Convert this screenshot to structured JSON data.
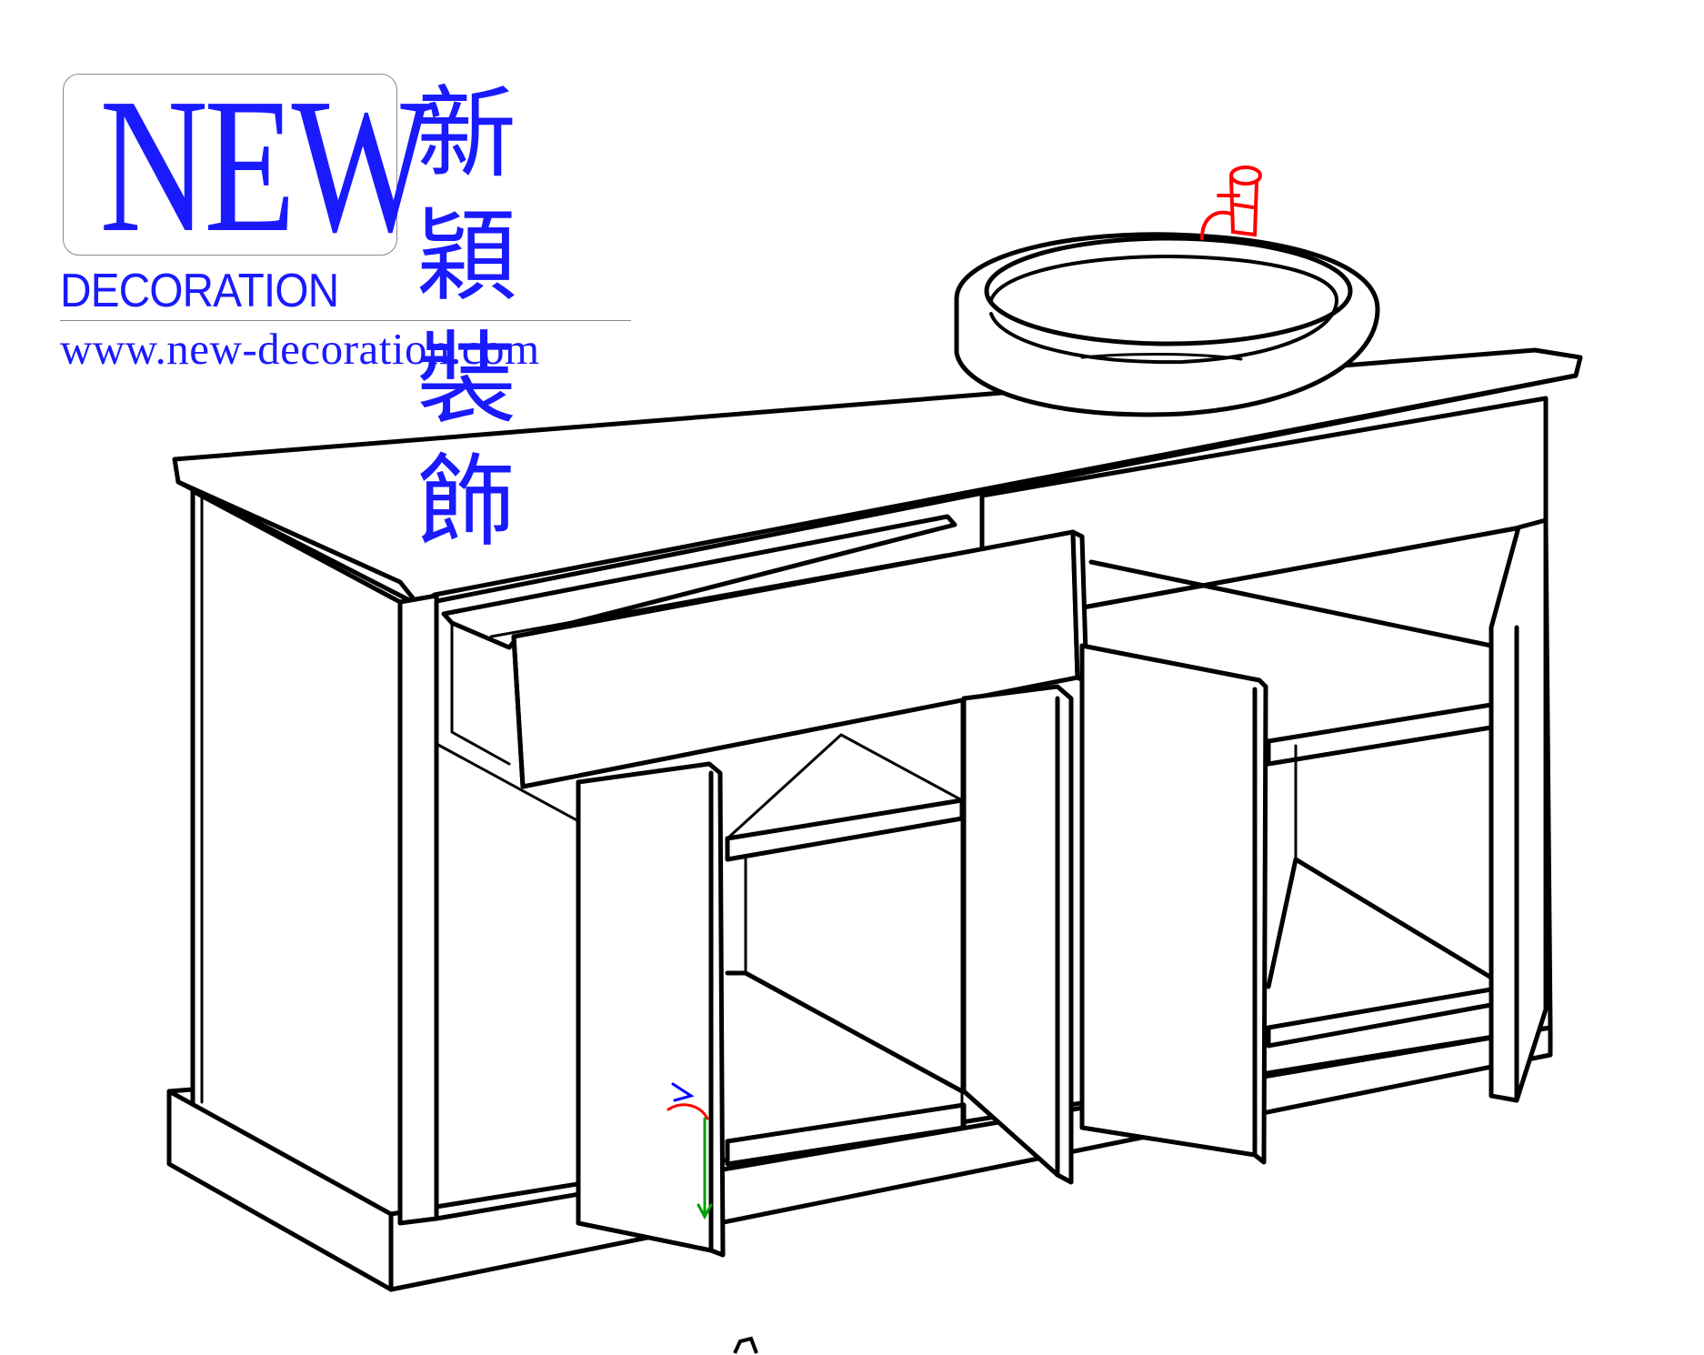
{
  "logo": {
    "mark": "NEW",
    "wordmark": "DECORATION",
    "chinese_line1": "新穎",
    "chinese_line2": "裝飾",
    "website": "www.new-decoration.com",
    "brand_color": "#1a1aff"
  },
  "drawing": {
    "subject": "vanity-cabinet-with-vessel-sink",
    "line_color": "#000000",
    "faucet_color": "#ff0000",
    "axis_colors": {
      "x": "#ff0000",
      "y": "#00a000",
      "z": "#0000ff"
    }
  }
}
